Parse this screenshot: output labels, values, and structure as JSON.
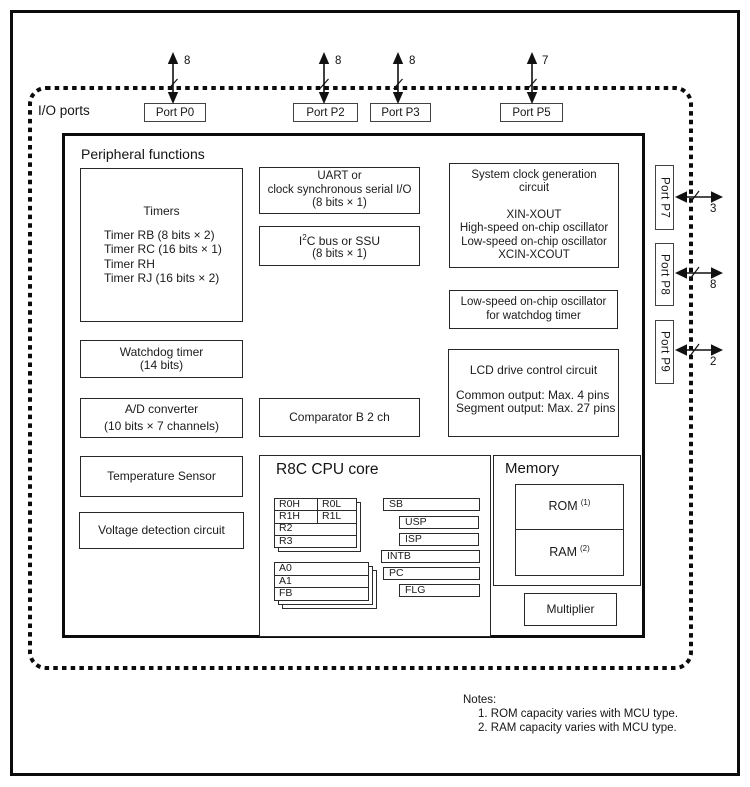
{
  "io_ports_label": "I/O ports",
  "top_ports": [
    {
      "label": "Port P0",
      "bus_width": "8"
    },
    {
      "label": "Port P2",
      "bus_width": "8"
    },
    {
      "label": "Port P3",
      "bus_width": "8"
    },
    {
      "label": "Port P5",
      "bus_width": "7"
    }
  ],
  "right_ports": [
    {
      "label": "Port P7",
      "bus_width": "3"
    },
    {
      "label": "Port P8",
      "bus_width": "8"
    },
    {
      "label": "Port P9",
      "bus_width": "2"
    }
  ],
  "peripheral": {
    "title": "Peripheral functions",
    "timers": {
      "title": "Timers",
      "items": [
        "Timer RB (8 bits × 2)",
        "Timer RC (16 bits × 1)",
        "Timer RH",
        "Timer RJ (16 bits × 2)"
      ]
    },
    "uart": {
      "line1": "UART or",
      "line2": "clock synchronous serial I/O",
      "line3": "(8 bits × 1)"
    },
    "i2c": {
      "base": "I",
      "sup": "2",
      "rest": "C bus or SSU",
      "line2": "(8 bits × 1)"
    },
    "system_clock": {
      "line1": "System clock generation",
      "line2": "circuit",
      "line3": "XIN-XOUT",
      "line4": "High-speed on-chip oscillator",
      "line5": "Low-speed on-chip oscillator",
      "line6": "XCIN-XCOUT"
    },
    "low_speed_osc": {
      "line1": "Low-speed on-chip oscillator",
      "line2": "for watchdog timer"
    },
    "watchdog": {
      "line1": "Watchdog timer",
      "line2": "(14 bits)"
    },
    "adc": {
      "line1": "A/D converter",
      "line2": "(10 bits × 7 channels)"
    },
    "comparator": {
      "label": "Comparator B 2 ch"
    },
    "temperature": {
      "label": "Temperature Sensor"
    },
    "voltage": {
      "label": "Voltage detection circuit"
    },
    "lcd": {
      "title": "LCD drive control circuit",
      "line1": "Common output: Max. 4 pins",
      "line2": "Segment output: Max. 27 pins"
    }
  },
  "cpu": {
    "title": "R8C CPU core",
    "gp_registers": {
      "r0h": "R0H",
      "r0l": "R0L",
      "r1h": "R1H",
      "r1l": "R1L",
      "r2": "R2",
      "r3": "R3"
    },
    "addr_registers": {
      "a0": "A0",
      "a1": "A1",
      "fb": "FB"
    },
    "ctrl_registers": {
      "sb": "SB",
      "usp": "USP",
      "isp": "ISP",
      "intb": "INTB",
      "pc": "PC",
      "flg": "FLG"
    }
  },
  "memory": {
    "title": "Memory",
    "rom": {
      "name": "ROM",
      "note_ref": "(1)"
    },
    "ram": {
      "name": "RAM",
      "note_ref": "(2)"
    }
  },
  "multiplier_label": "Multiplier",
  "notes": {
    "title": "Notes:",
    "items": [
      "1. ROM capacity varies with MCU type.",
      "2. RAM capacity varies with MCU type."
    ]
  }
}
